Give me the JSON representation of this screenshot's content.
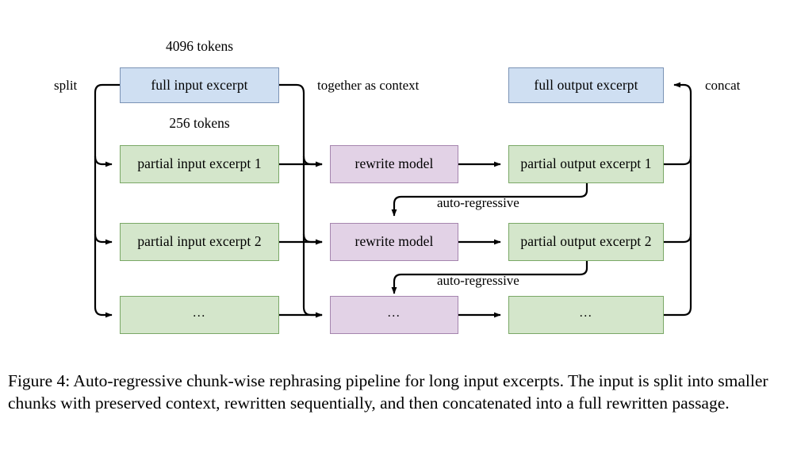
{
  "figure": {
    "caption": "Figure 4: Auto-regressive chunk-wise rephrasing pipeline for long input excerpts. The input is split into smaller chunks with preserved context, rewritten sequentially, and then concatenated into a full rewritten passage.",
    "colors": {
      "blue_fill": "#cfdff2",
      "blue_stroke": "#7b93b5",
      "green_fill": "#d4e6cb",
      "green_stroke": "#7aa866",
      "purple_fill": "#e2d2e6",
      "purple_stroke": "#a585ae",
      "edge_stroke": "#000000",
      "background": "#ffffff"
    },
    "size_labels": [
      {
        "text": "4096 tokens"
      },
      {
        "text": "256 tokens"
      }
    ],
    "edge_labels": [
      {
        "text": "split"
      },
      {
        "text": "together as context"
      },
      {
        "text": "concat"
      },
      {
        "text": "auto-regressive"
      },
      {
        "text": "auto-regressive"
      }
    ],
    "nodes": {
      "full_input": {
        "label": "full input excerpt",
        "type": "blue"
      },
      "full_output": {
        "label": "full output excerpt",
        "type": "blue"
      },
      "partial_input_1": {
        "label": "partial input excerpt 1",
        "type": "green"
      },
      "partial_input_2": {
        "label": "partial input excerpt 2",
        "type": "green"
      },
      "partial_input_more": {
        "label": "...",
        "type": "green"
      },
      "rewrite_model_1": {
        "label": "rewrite model",
        "type": "purple"
      },
      "rewrite_model_2": {
        "label": "rewrite model",
        "type": "purple"
      },
      "rewrite_model_more": {
        "label": "...",
        "type": "purple"
      },
      "partial_output_1": {
        "label": "partial output excerpt 1",
        "type": "green"
      },
      "partial_output_2": {
        "label": "partial output excerpt 2",
        "type": "green"
      },
      "partial_output_more": {
        "label": "...",
        "type": "green"
      }
    }
  }
}
